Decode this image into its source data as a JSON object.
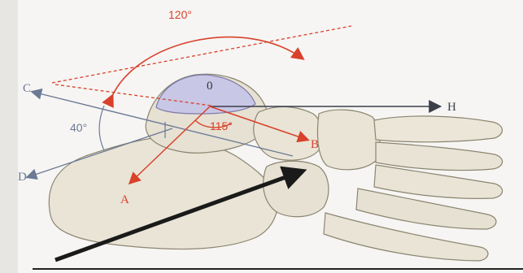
{
  "figure": {
    "angle_top": "120°",
    "angle_left": "40°",
    "angle_center": "115°",
    "origin_label": "0",
    "points": {
      "A": "A",
      "B": "B",
      "C": "C",
      "D": "D",
      "H": "H"
    }
  },
  "colors": {
    "red": "#d9412b",
    "blue_gray": "#6c7a96",
    "dark": "#3a3f4a",
    "bone": "#e9e4d6",
    "bone_shadow": "#c9c2ac",
    "talus_dome": "#c9c7e6",
    "background": "#f6f5f3"
  }
}
